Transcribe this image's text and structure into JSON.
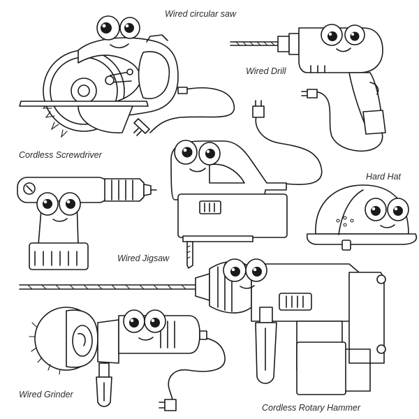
{
  "labels": {
    "saw": "Wired circular saw",
    "drill": "Wired Drill",
    "screwdriver": "Cordless Screwdriver",
    "hard_hat": "Hard Hat",
    "jigsaw": "Wired Jigsaw",
    "grinder": "Wired Grinder",
    "rotary_hammer": "Cordless Rotary Hammer"
  },
  "colors": {
    "line": "#1a1a1a",
    "fill": "#ffffff",
    "label": "#2a2a2a"
  }
}
